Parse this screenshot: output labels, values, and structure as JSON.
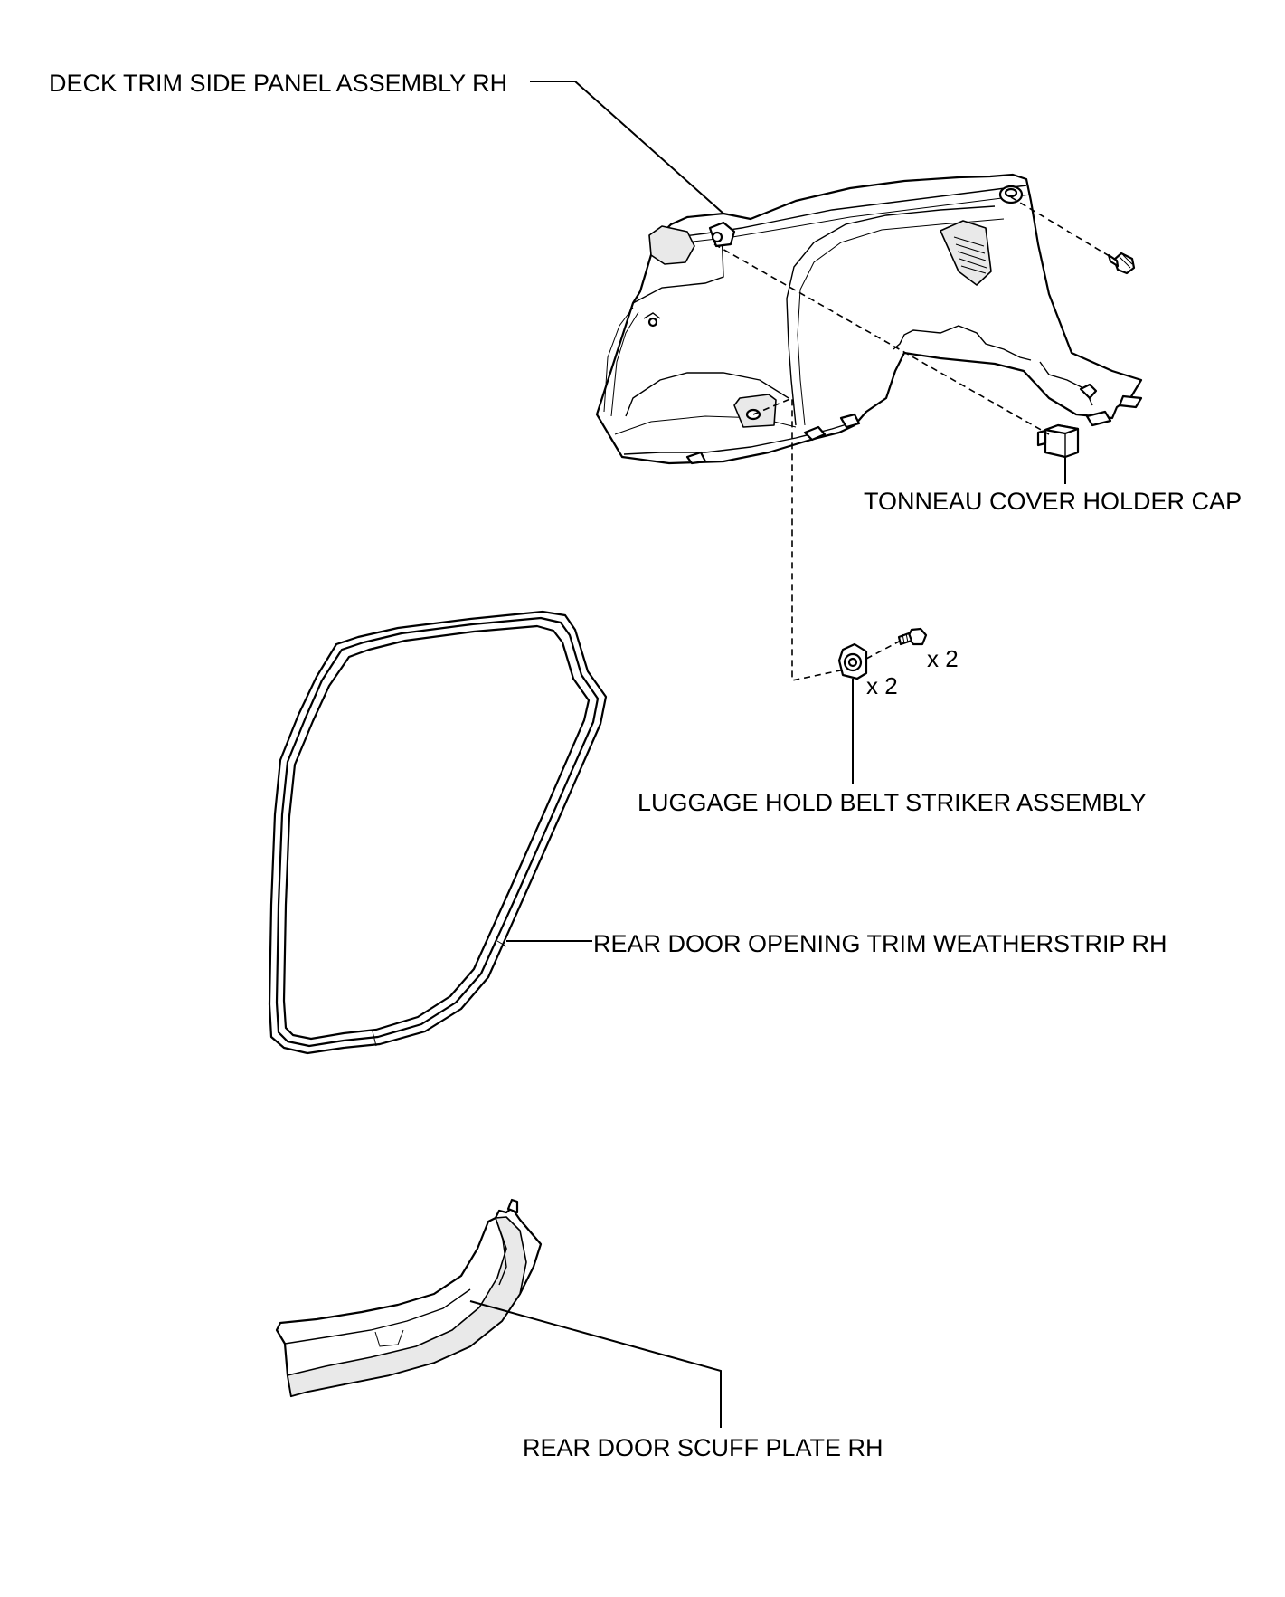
{
  "parts": {
    "deck_trim_panel": "DECK TRIM SIDE PANEL ASSEMBLY RH",
    "tonneau_cap": "TONNEAU COVER HOLDER CAP",
    "striker": "LUGGAGE HOLD BELT STRIKER ASSEMBLY",
    "weatherstrip": "REAR DOOR OPENING TRIM WEATHERSTRIP RH",
    "scuff_plate": "REAR DOOR SCUFF PLATE RH"
  },
  "quantities": {
    "striker_bolt": "x 2",
    "striker": "x 2"
  }
}
